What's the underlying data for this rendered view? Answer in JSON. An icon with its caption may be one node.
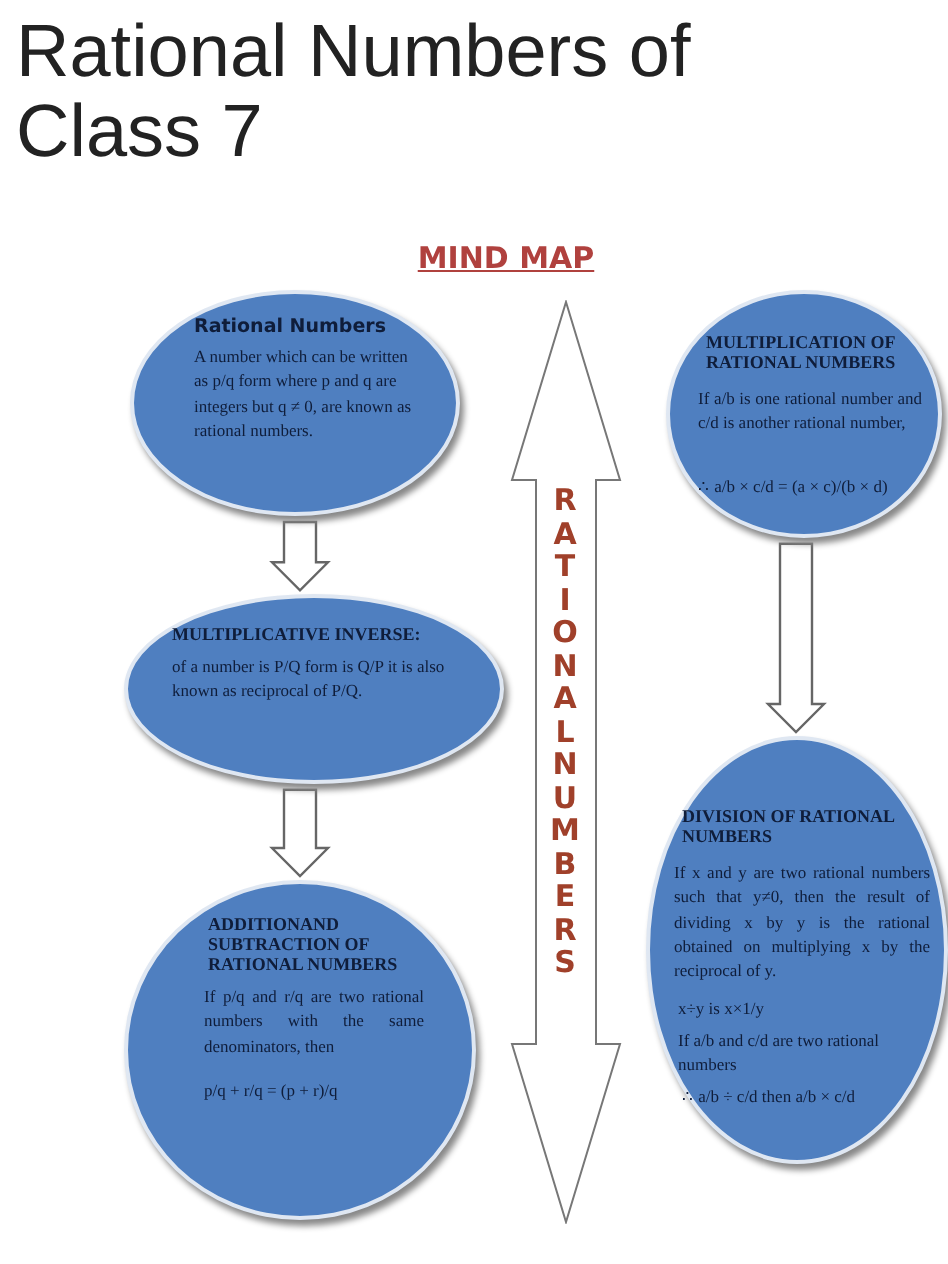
{
  "diagram": {
    "title": "Rational Numbers of Class 7",
    "nodes": [
      {
        "text": [
          "Rational Numbers",
          "A number which can be written as p/q form where p and q are integers but q ≠ 0, are known as rational numbers."
        ]
      },
      {
        "text": [
          "MULTIPLICATIVE INVERSE:",
          "of a number is P/Q form is Q/P it is also known as reciprocal of P/Q."
        ]
      },
      {
        "text": [
          "ADDITIONAND SUBTRACTION OF RATIONAL NUMBERS",
          "If p/q and r/q are two rational numbers with the same denominators, then",
          "p/q + r/q = (p + r)/q"
        ]
      },
      {
        "text": [
          "MULTIPLICATION OF RATIONAL NUMBERS",
          "If a/b is one rational number and c/d is another rational number,",
          "∴ a/b × c/d = (a × c)/(b × d)"
        ]
      },
      {
        "text": [
          "DIVISION OF RATIONAL NUMBERS",
          "If x and y are two rational numbers such that y≠0, then the result of dividing x by y is the rational obtained on multiplying x by the reciprocal of y.",
          "x÷y is x×1/y",
          "If a/b and c/d are two rational numbers",
          "∴ a/b ÷ c/d then a/b × c/d"
        ]
      },
      {
        "text": [
          "RATIONALNUMBERS"
        ]
      }
    ],
    "edges": [
      {
        "from": 0,
        "to": 1,
        "arrow": "to"
      },
      {
        "from": 1,
        "to": 2,
        "arrow": "to"
      },
      {
        "from": 3,
        "to": 4,
        "arrow": "to"
      }
    ],
    "labels": [
      "MIND MAP"
    ]
  }
}
